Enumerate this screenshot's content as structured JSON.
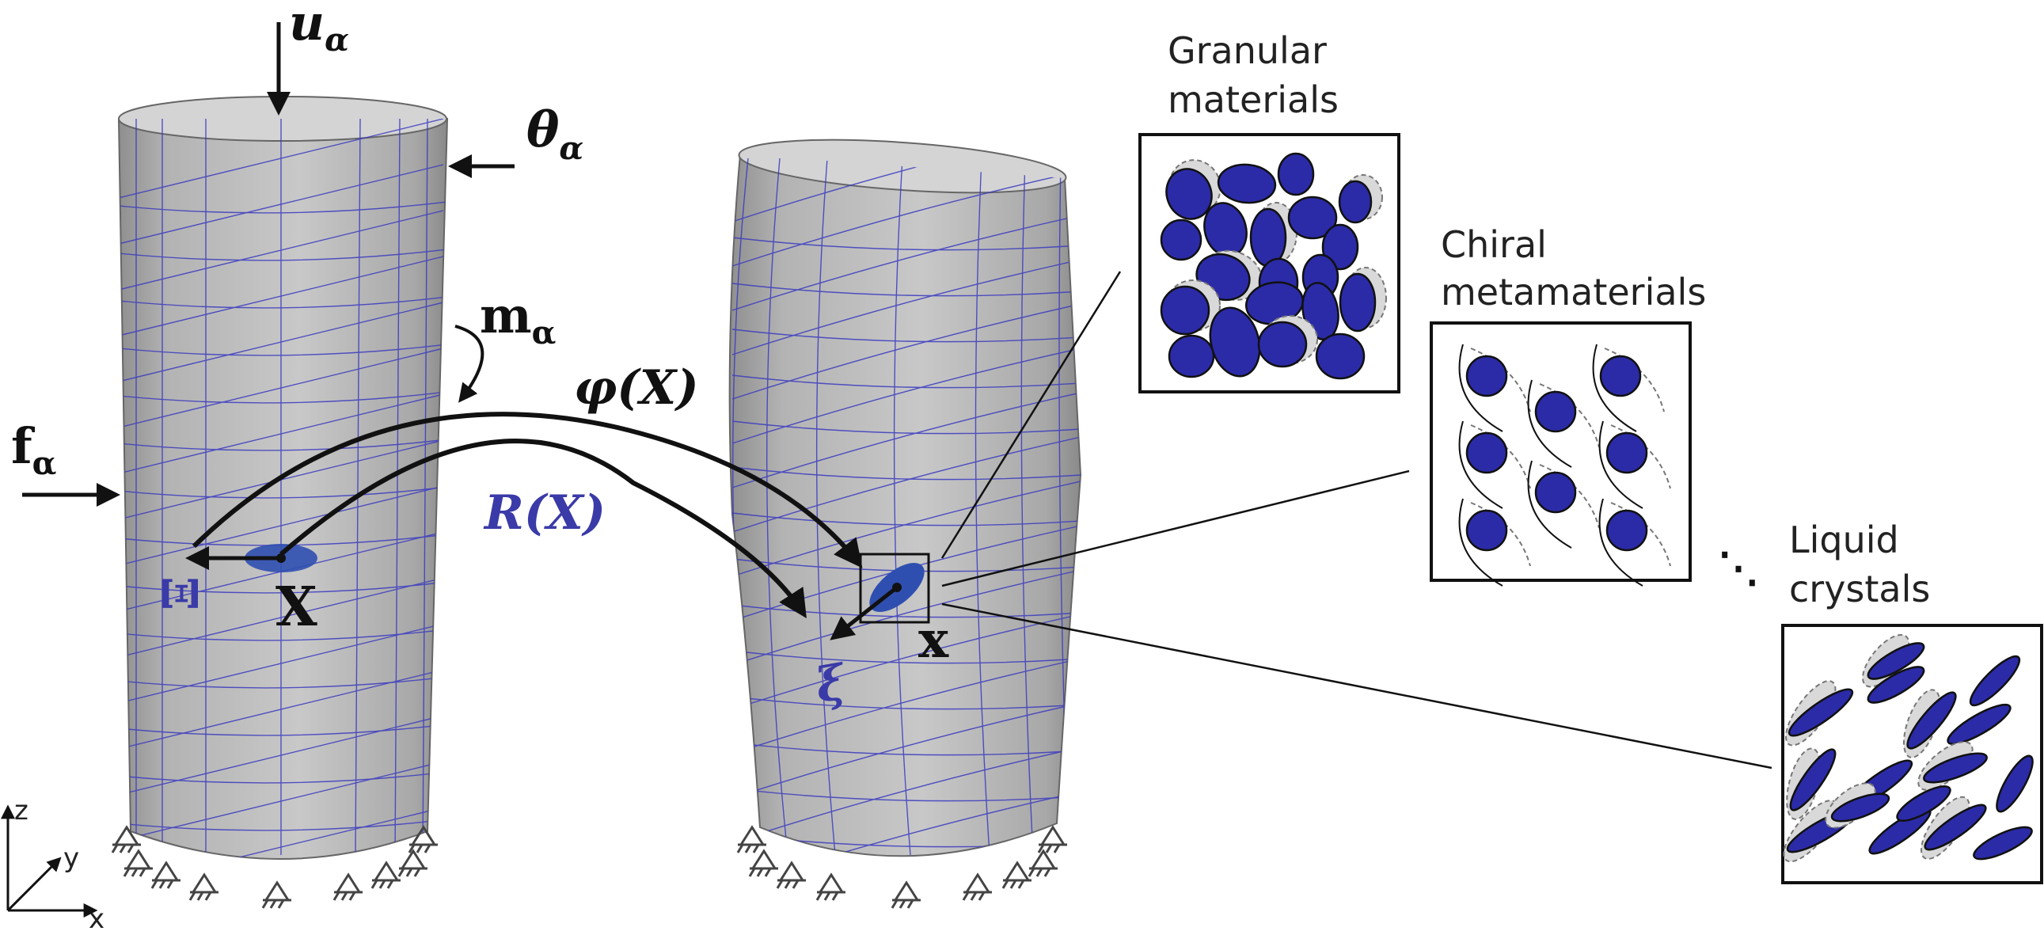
{
  "colors": {
    "cylinder_fill": "#bdbdbd",
    "mesh": "#3a3ac0",
    "particle": "#2b2ba8",
    "outline": "#111111",
    "ghost": "#d9d9d9",
    "label_blue": "#3a3aa8",
    "support": "#555555"
  },
  "labels": {
    "u_main": "u",
    "u_sub": "α",
    "theta_main": "θ",
    "theta_sub": "α",
    "m_main": "m",
    "m_sub": "α",
    "f_main": "f",
    "f_sub": "α",
    "phi": "φ(X)",
    "R": "R(X)",
    "Xi": "Ξ",
    "X_ref": "X",
    "x_cur": "x",
    "xi": "ξ",
    "ellipsis": "⋱"
  },
  "insets": {
    "granular": [
      "Granular",
      "materials"
    ],
    "chiral": [
      "Chiral",
      "metamaterials"
    ],
    "liquid": [
      "Liquid",
      "crystals"
    ]
  },
  "axes": {
    "z": "z",
    "y": "y",
    "x": "x"
  }
}
